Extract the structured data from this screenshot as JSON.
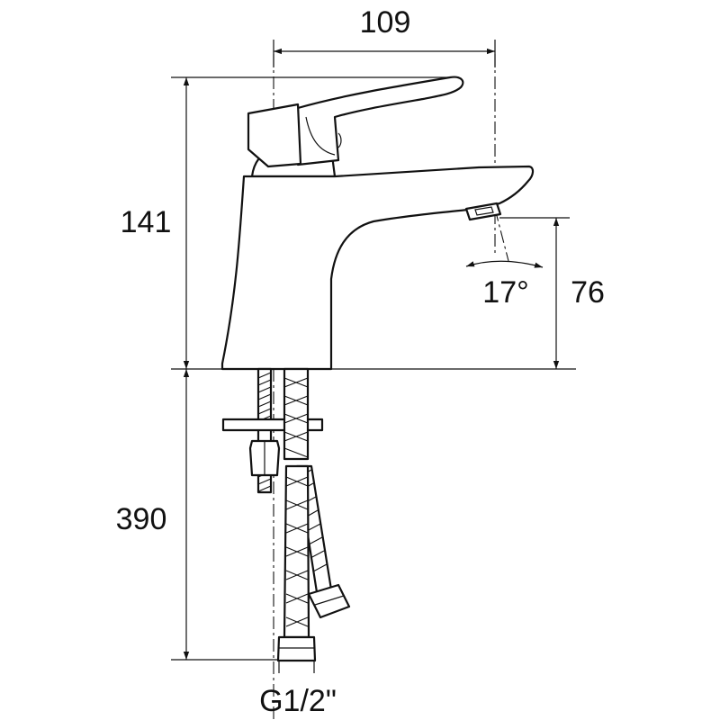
{
  "dimensions": {
    "top_width": "109",
    "body_height": "141",
    "spout_height": "76",
    "spout_angle": "17°",
    "hose_length": "390",
    "thread": "G1/2\""
  },
  "colors": {
    "line": "#111111",
    "background": "#ffffff"
  }
}
